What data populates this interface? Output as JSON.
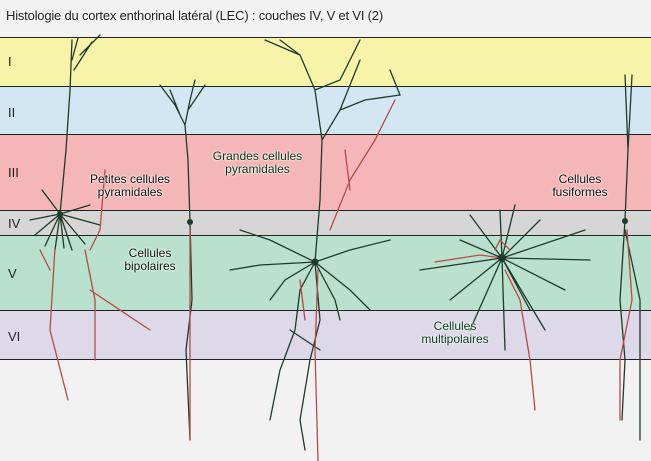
{
  "title": "Histologie du cortex enthorinal latéral (LEC) : couches IV, V et VI (2)",
  "layers": [
    {
      "label": "I",
      "color": "#f7f3a8"
    },
    {
      "label": "II",
      "color": "#d3e7f3"
    },
    {
      "label": "III",
      "color": "#f4b6b6"
    },
    {
      "label": "IV",
      "color": "#d6d6d6"
    },
    {
      "label": "V",
      "color": "#b9e1cd"
    },
    {
      "label": "VI",
      "color": "#ddd9e9"
    }
  ],
  "cells": {
    "small_pyramidal": "Petites cellules pyramidales",
    "large_pyramidal": "Grandes cellules pyramidales",
    "fusiform": "Cellules fusiformes",
    "bipolar": "Cellules bipolaires",
    "multipolar": "Cellules multipolaires"
  },
  "colors": {
    "dendrite": "#1f3a2a",
    "axon": "#b84a4a"
  }
}
